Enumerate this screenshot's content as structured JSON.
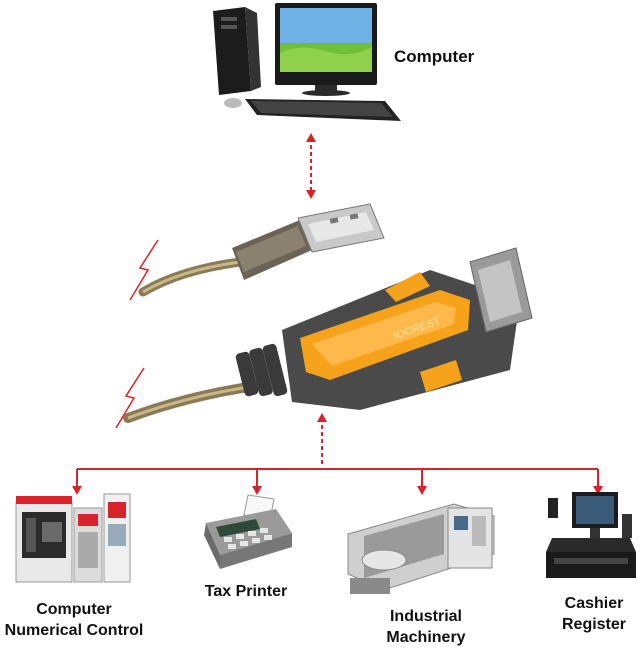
{
  "computer": {
    "label": "Computer"
  },
  "adapter": {
    "brand": "IOCREST"
  },
  "devices": [
    {
      "label_lines": [
        "Computer",
        "Numerical Control"
      ]
    },
    {
      "label_lines": [
        "Tax Printer"
      ]
    },
    {
      "label_lines": [
        "Industrial",
        "Machinery"
      ]
    },
    {
      "label_lines": [
        "Cashier",
        "Register"
      ]
    }
  ],
  "colors": {
    "connector": "#d8232a",
    "adapter_accent": "#f6a21a",
    "adapter_body": "#4a4a4a"
  }
}
